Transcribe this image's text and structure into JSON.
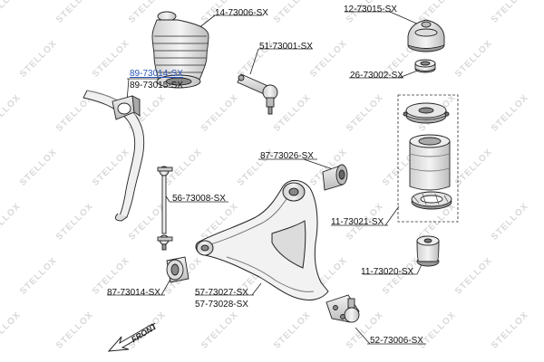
{
  "labels": {
    "l14_73006": "14-73006-SX",
    "l12_73015": "12-73015-SX",
    "l51_73001": "51-73001-SX",
    "l26_73002": "26-73002-SX",
    "l89_73014": "89-73014-SX",
    "l89_73015": "89-73015-SX",
    "l87_73026": "87-73026-SX",
    "l56_73008": "56-73008-SX",
    "l11_73021": "11-73021-SX",
    "l11_73020": "11-73020-SX",
    "l87_73014": "87-73014-SX",
    "l57_73027": "57-73027-SX",
    "l57_73028": "57-73028-SX",
    "l52_73006": "52-73006-SX"
  },
  "front_label": "FRONT",
  "watermark_text": "STELLOX",
  "colors": {
    "link": "#2a55b8",
    "stroke": "#222222",
    "part_fill": "#e6e6e6"
  }
}
